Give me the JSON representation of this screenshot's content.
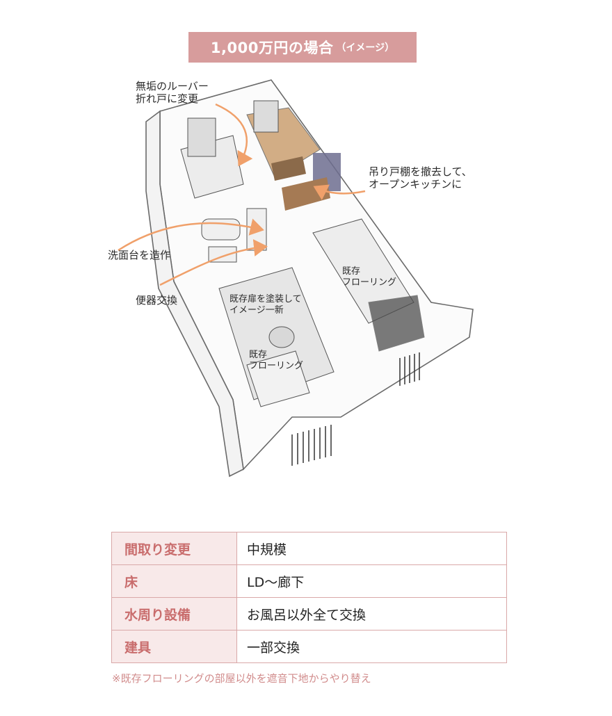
{
  "title": {
    "main": "1,000万円の場合",
    "sub": "（イメージ）"
  },
  "annotations": {
    "louver_line1": "無垢のルーバー",
    "louver_line2": "折れ戸に変更",
    "kitchen_line1": "吊り戸棚を撤去して、",
    "kitchen_line2": "オープンキッチンに",
    "washbasin": "洗面台を造作",
    "toilet": "便器交換",
    "door_line1": "既存扉を塗装して",
    "door_line2": "イメージ一新",
    "floor_right_line1": "既存",
    "floor_right_line2": "フローリング",
    "floor_left_line1": "既存",
    "floor_left_line2": "フローリング"
  },
  "spec_table": {
    "rows": [
      {
        "label": "間取り変更",
        "value": "中規模"
      },
      {
        "label": "床",
        "value": "LD〜廊下"
      },
      {
        "label": "水周り設備",
        "value": "お風呂以外全て交換"
      },
      {
        "label": "建具",
        "value": "一部交換"
      }
    ]
  },
  "footnote": "※既存フローリングの部屋以外を遮音下地からやり替え",
  "colors": {
    "accent": "#d79c9c",
    "label_bg": "#f8e9e9",
    "label_text": "#c96d6d",
    "arrow": "#f0a06a",
    "floor_wood": "#c89a68"
  }
}
